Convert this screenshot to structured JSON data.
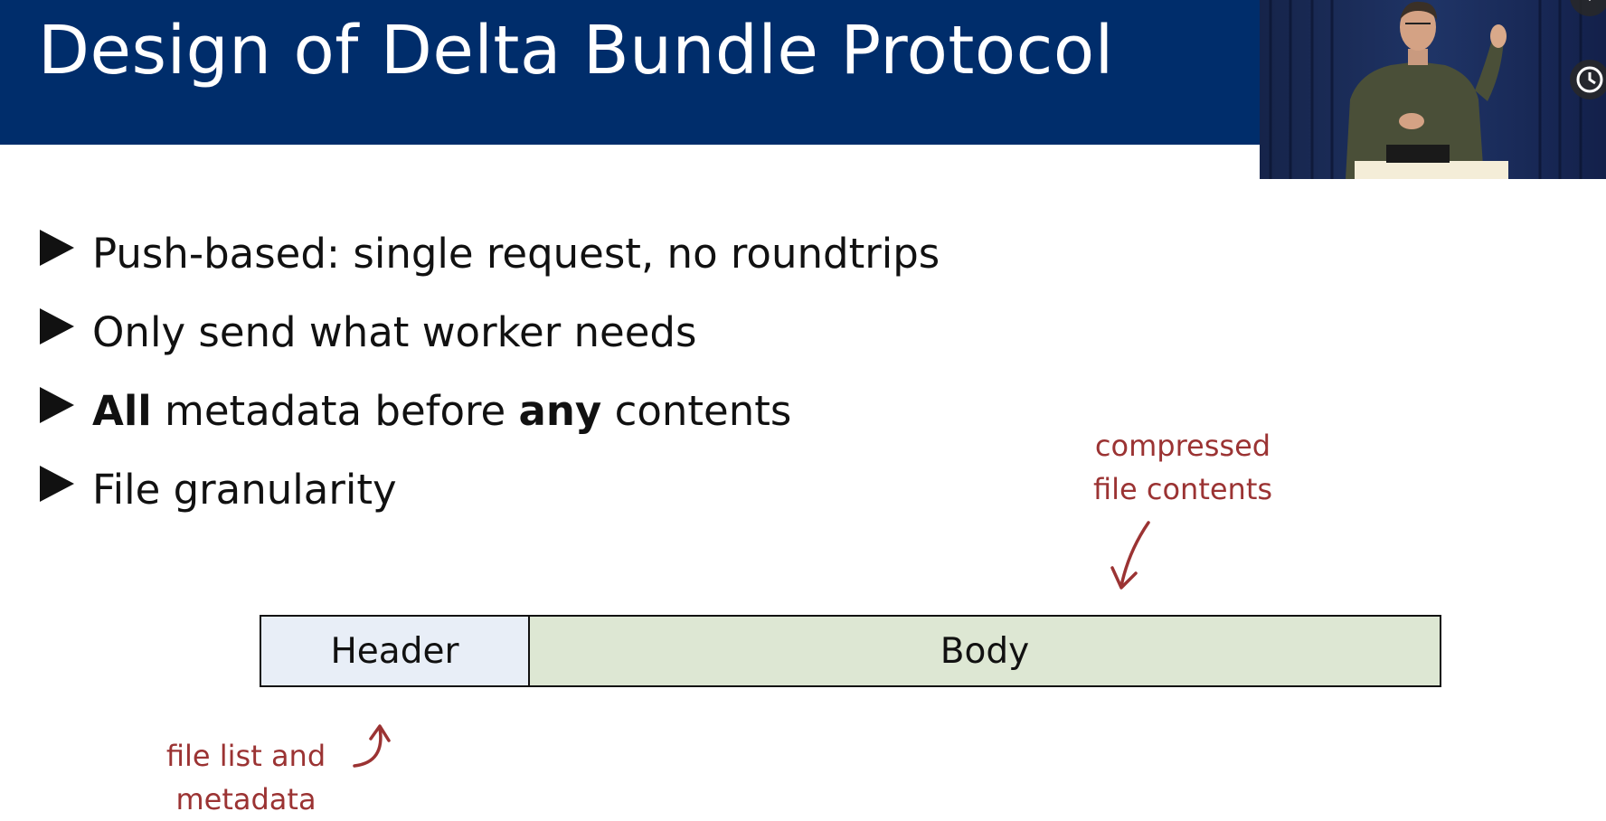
{
  "slide": {
    "title": "Design of Delta Bundle Protocol",
    "bullets": [
      {
        "pre": "",
        "b1": "",
        "mid": "Push-based: single request, no roundtrips",
        "b2": "",
        "post": ""
      },
      {
        "pre": "",
        "b1": "",
        "mid": "Only send what worker needs",
        "b2": "",
        "post": ""
      },
      {
        "pre": "",
        "b1": "All",
        "mid": " metadata before ",
        "b2": "any",
        "post": " contents"
      },
      {
        "pre": "",
        "b1": "",
        "mid": "File granularity",
        "b2": "",
        "post": ""
      }
    ],
    "diagram": {
      "header_label": "Header",
      "body_label": "Body",
      "note_top_line1": "compressed",
      "note_top_line2": "file contents",
      "note_bottom_line1": "file list and",
      "note_bottom_line2": "metadata"
    }
  },
  "colors": {
    "title_bar": "#002d6b",
    "annotation": "#9b3333",
    "header_fill": "#e8eef7",
    "body_fill": "#dde7d3"
  },
  "icons": {
    "overlay_top": "chevron-down-icon",
    "overlay_clock": "clock-icon"
  }
}
